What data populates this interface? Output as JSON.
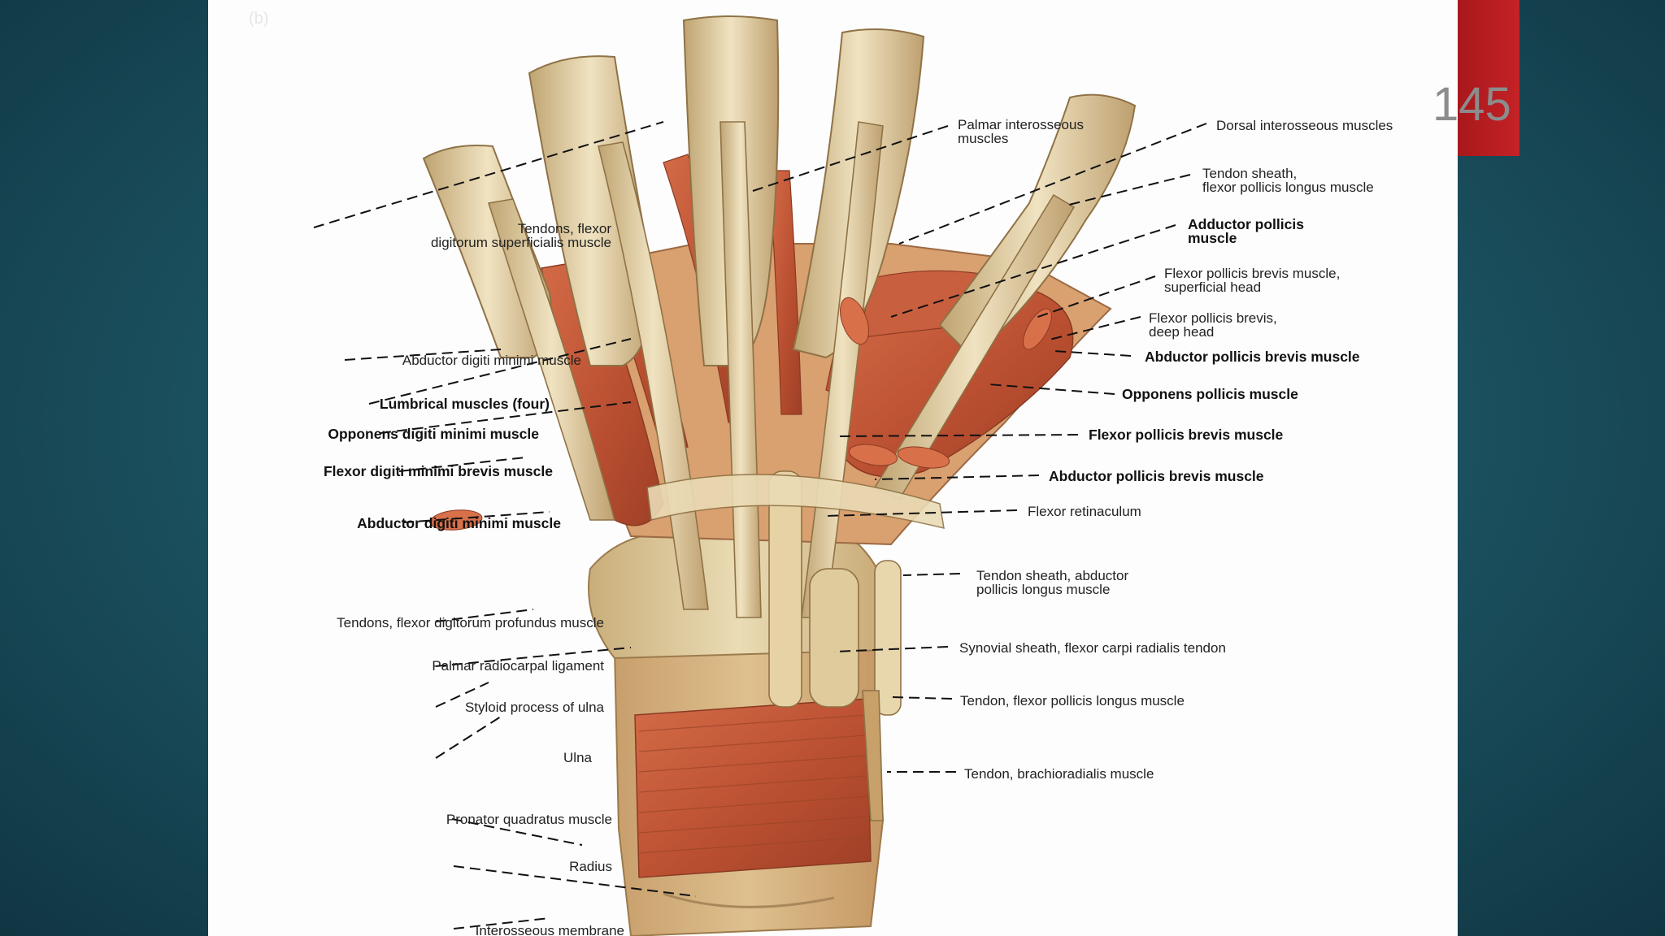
{
  "slide": {
    "slide_number": "145",
    "accent_color": "#b81d21",
    "background_color": "#1d5564"
  },
  "diagram": {
    "labels_left": [
      "Tendons, flexor digitorum superficialis muscle",
      "Abductor digiti minimi muscle",
      "Lumbrical muscles (four)",
      "Opponens digiti minimi muscle",
      "Flexor digiti minimi brevis muscle",
      "Abductor digiti minimi muscle",
      "Tendons, flexor digitorum profundus muscle",
      "Palmar radiocarpal ligament",
      "Styloid process of ulna",
      "Ulna",
      "Pronator quadratus muscle",
      "Radius",
      "Interosseous membrane"
    ],
    "labels_right": [
      "Palmar interosseous muscles",
      "Dorsal interosseous muscles",
      "Tendon sheath, flexor pollicis longus muscle",
      "Adductor pollicis muscle",
      "Flexor pollicis brevis muscle, superficial head",
      "Flexor pollicis brevis, deep head",
      "Abductor pollicis brevis muscle",
      "Opponens pollicis muscle",
      "Flexor pollicis brevis muscle",
      "Abductor pollicis brevis muscle",
      "Flexor retinaculum",
      "Tendon sheath, abductor pollicis longus muscle",
      "Synovial sheath, flexor carpi radialis tendon",
      "Tendon, flexor pollicis longus muscle",
      "Tendon, brachioradialis muscle"
    ],
    "split_labels": {
      "fds_1": "Tendons, flexor",
      "fds_2": "digitorum superficialis muscle",
      "pim_1": "Palmar interosseous",
      "pim_2": "muscles",
      "tsfpl_1": "Tendon sheath,",
      "tsfpl_2": "flexor pollicis longus muscle",
      "ap_1": "Adductor pollicis",
      "ap_2": "muscle",
      "fpbs_1": "Flexor pollicis brevis muscle,",
      "fpbs_2": "superficial head",
      "fpbd_1": "Flexor pollicis brevis,",
      "fpbd_2": "deep head",
      "tsapl_1": "Tendon sheath, abductor",
      "tsapl_2": "pollicis longus muscle"
    },
    "tissue_colors": {
      "muscle": "#c2593a",
      "tendon": "#dcc699",
      "bone": "#e2cfa3"
    }
  }
}
